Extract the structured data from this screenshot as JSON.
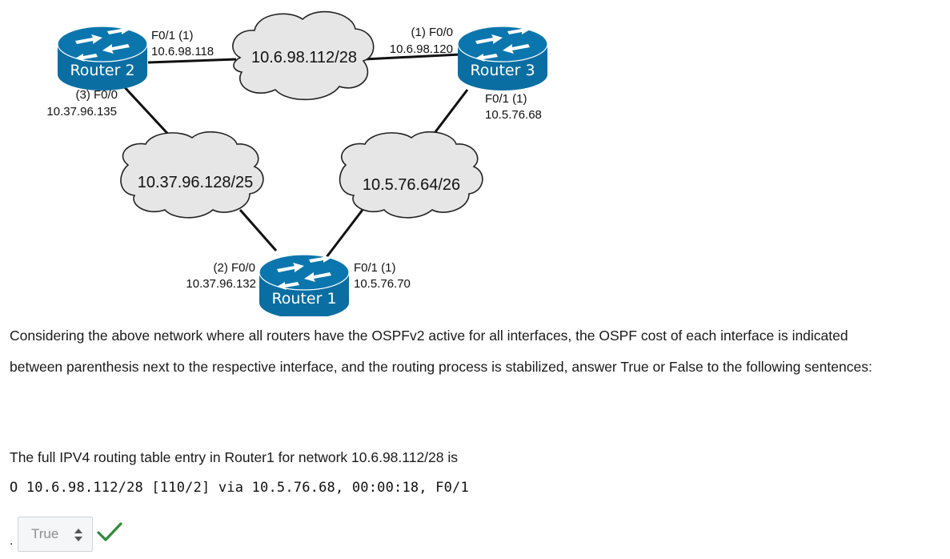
{
  "diagram": {
    "routers": [
      {
        "id": "r2",
        "label": "Router 2"
      },
      {
        "id": "r3",
        "label": "Router 3"
      },
      {
        "id": "r1",
        "label": "Router 1"
      }
    ],
    "networks": [
      {
        "id": "top",
        "label": "10.6.98.112/28"
      },
      {
        "id": "left",
        "label": "10.37.96.128/25"
      },
      {
        "id": "right",
        "label": "10.5.76.64/26"
      }
    ],
    "interfaces": {
      "r2_f01_name": "F0/1  (1)",
      "r2_f01_ip": "10.6.98.118",
      "r3_f00_name": "(1) F0/0",
      "r3_f00_ip": "10.6.98.120",
      "r2_f00_name": "(3) F0/0",
      "r2_f00_ip": "10.37.96.135",
      "r3_f01_name": "F0/1  (1)",
      "r3_f01_ip": "10.5.76.68",
      "r1_f00_name": "(2) F0/0",
      "r1_f00_ip": "10.37.96.132",
      "r1_f01_name": "F0/1  (1)",
      "r1_f01_ip": "10.5.76.70"
    },
    "colors": {
      "router": "#0a6ea3",
      "router_dark": "#07557f",
      "cloud": "#e6e6e6",
      "link": "#111111"
    }
  },
  "question": {
    "description_line1": "Considering the above network where all routers have the OSPFv2 active for all interfaces, the OSPF cost of each interface is indicated",
    "description_line2": "between parenthesis next to the respective interface, and the routing process is stabilized, answer True or False to the following sentences:",
    "statement": "The full IPV4 routing table entry in Router1 for network 10.6.98.112/28 is",
    "routing_entry": "O 10.6.98.112/28 [110/2] via 10.5.76.68, 00:00:18, F0/1"
  },
  "answer": {
    "prefix": ".",
    "selected": "True",
    "status_icon": "checkmark-icon",
    "status_color": "#2e8b3a"
  }
}
